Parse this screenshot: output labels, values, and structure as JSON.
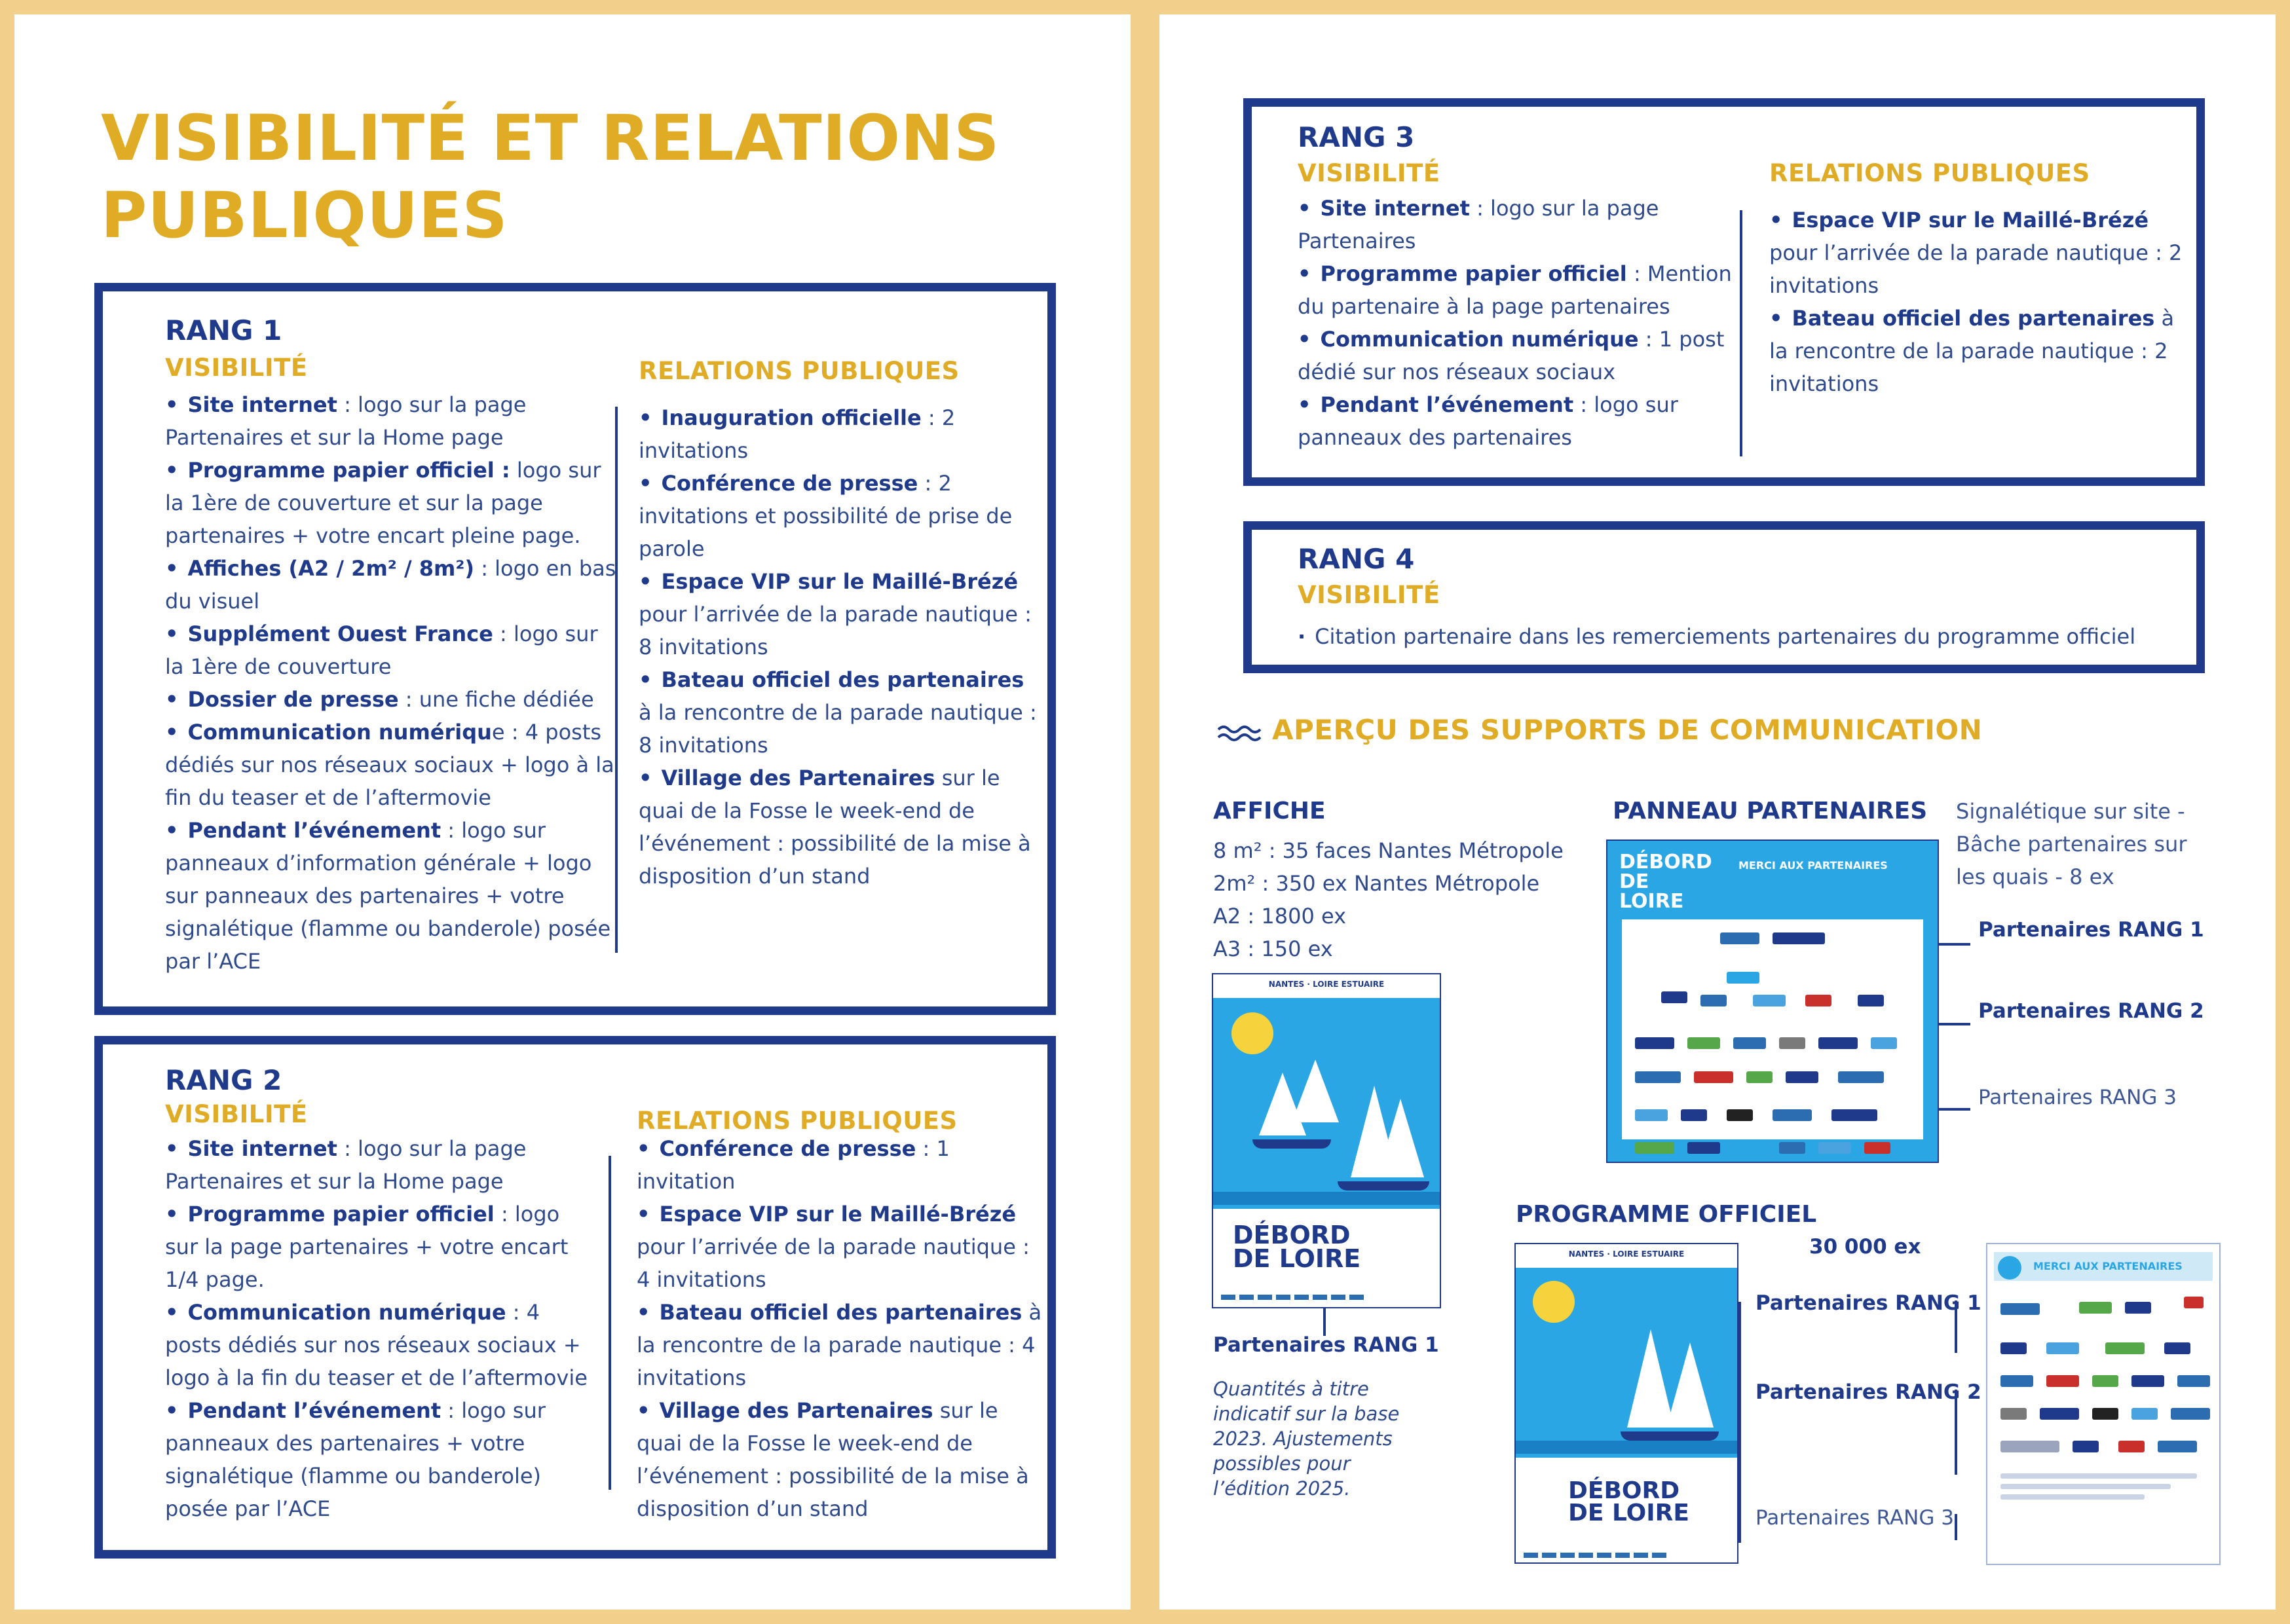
{
  "title": {
    "line1": "VISIBILITÉ ET RELATIONS",
    "line2": "PUBLIQUES"
  },
  "colors": {
    "accent": "#e0ac26",
    "navy": "#1f3a8a",
    "page_border": "#f2cf8b",
    "sky": "#2aa6e5"
  },
  "rang1": {
    "heading": "RANG 1",
    "visibility": {
      "heading": "VISIBILITÉ",
      "items": [
        {
          "label": "Site internet",
          "text": " : logo sur la page Partenaires et sur la Home page"
        },
        {
          "label": "Programme papier officiel :",
          "text": " logo sur la 1ère de couverture et sur la page partenaires + votre encart pleine page."
        },
        {
          "label": "Affiches (A2 / 2m² / 8m²)",
          "text": " : logo en bas du visuel"
        },
        {
          "label": "Supplément Ouest France",
          "text": " : logo sur la 1ère de couverture"
        },
        {
          "label": "Dossier de presse",
          "text": " : une fiche dédiée"
        },
        {
          "label": "Communication numériqu",
          "text": "e : 4 posts dédiés sur nos réseaux sociaux + logo à la fin du teaser et de l’aftermovie"
        },
        {
          "label": "Pendant l’événement",
          "text": " : logo sur panneaux d’information générale + logo sur panneaux des partenaires + votre signalétique (flamme ou banderole) posée par l’ACE"
        }
      ]
    },
    "relations": {
      "heading": "RELATIONS PUBLIQUES",
      "items": [
        {
          "label": "Inauguration officielle",
          "text": " : 2 invitations"
        },
        {
          "label": "Conférence de presse",
          "text": " : 2 invitations et possibilité de prise de parole"
        },
        {
          "label": "Espace VIP sur le Maillé-Brézé",
          "text": " pour l’arrivée de la parade nautique : 8 invitations"
        },
        {
          "label": "Bateau officiel des partenaires",
          "text": " à la rencontre de la parade nautique : 8 invitations"
        },
        {
          "label": "Village des Partenaires",
          "text": " sur le quai de la Fosse le week-end de l’événement : possibilité de la mise à disposition d’un stand"
        }
      ]
    }
  },
  "rang2": {
    "heading": "RANG 2",
    "visibility": {
      "heading": "VISIBILITÉ",
      "items": [
        {
          "label": "Site internet",
          "text": " : logo sur la page Partenaires et sur la Home page"
        },
        {
          "label": "Programme papier officiel",
          "text": " : logo sur la page partenaires + votre encart 1/4 page."
        },
        {
          "label": "Communication numérique",
          "text": " : 4 posts dédiés sur nos réseaux sociaux + logo à la fin du teaser et de l’aftermovie"
        },
        {
          "label": "Pendant l’événement",
          "text": " : logo sur panneaux des partenaires + votre signalétique (flamme ou banderole) posée par l’ACE"
        }
      ]
    },
    "relations": {
      "heading": "RELATIONS PUBLIQUES",
      "items": [
        {
          "label": "Conférence de presse",
          "text": " : 1 invitation"
        },
        {
          "label": "Espace VIP sur le Maillé-Brézé",
          "text": " pour l’arrivée de la parade nautique : 4 invitations"
        },
        {
          "label": "Bateau officiel des partenaires",
          "text": " à la rencontre de la parade nautique : 4 invitations"
        },
        {
          "label": "Village des Partenaires",
          "text": " sur le quai de la Fosse le week-end de l’événement : possibilité de la mise à disposition d’un stand"
        }
      ]
    }
  },
  "rang3": {
    "heading": "RANG 3",
    "visibility": {
      "heading": "VISIBILITÉ",
      "items": [
        {
          "label": "Site internet",
          "text": " : logo sur la page Partenaires"
        },
        {
          "label": "Programme papier officiel",
          "text": " : Mention du partenaire à la page partenaires"
        },
        {
          "label": "Communication numérique",
          "text": " : 1 post dédié sur nos réseaux sociaux"
        },
        {
          "label": "Pendant l’événement",
          "text": " : logo sur panneaux des partenaires"
        }
      ]
    },
    "relations": {
      "heading": "RELATIONS PUBLIQUES",
      "items": [
        {
          "label": "Espace VIP sur le Maillé-Brézé",
          "text": " pour l’arrivée de la parade nautique : 2 invitations"
        },
        {
          "label": "Bateau officiel des partenaires",
          "text": " à la rencontre de la parade nautique : 2 invitations"
        }
      ]
    }
  },
  "rang4": {
    "heading": "RANG 4",
    "visibility_heading": "VISIBILITÉ",
    "item": "Citation partenaire dans les remerciements partenaires du programme officiel"
  },
  "apercu": {
    "title": "APERÇU DES SUPPORTS DE COMMUNICATION",
    "affiche": {
      "heading": "AFFICHE",
      "lines": [
        "8 m² : 35 faces Nantes Métropole",
        "2m² : 350 ex Nantes Métropole",
        "A2 : 1800 ex",
        "A3 : 150 ex"
      ],
      "partner_label": "Partenaires RANG 1",
      "note": "Quantités à titre indicatif sur la base 2023. Ajustements possibles pour l’édition 2025."
    },
    "panneau": {
      "heading": "PANNEAU PARTENAIRES",
      "signage_lines": [
        "Signalétique sur site -",
        "Bâche partenaires sur",
        "les quais - 8 ex"
      ],
      "rang1": "Partenaires RANG 1",
      "rang2": "Partenaires RANG 2",
      "rang3": "Partenaires RANG 3",
      "thumb_brand": "DÉBORD DE LOIRE",
      "thumb_title": "MERCI AUX PARTENAIRES"
    },
    "programme": {
      "heading": "PROGRAMME OFFICIEL",
      "count": "30 000 ex",
      "rang1": "Partenaires RANG 1",
      "rang2": "Partenaires RANG 2",
      "rang3": "Partenaires RANG 3",
      "thumb_title": "MERCI AUX PARTENAIRES"
    },
    "poster_band": "NANTES · LOIRE ESTUAIRE",
    "poster_brand_1": "DÉBORD",
    "poster_brand_2": "DE LOIRE"
  }
}
